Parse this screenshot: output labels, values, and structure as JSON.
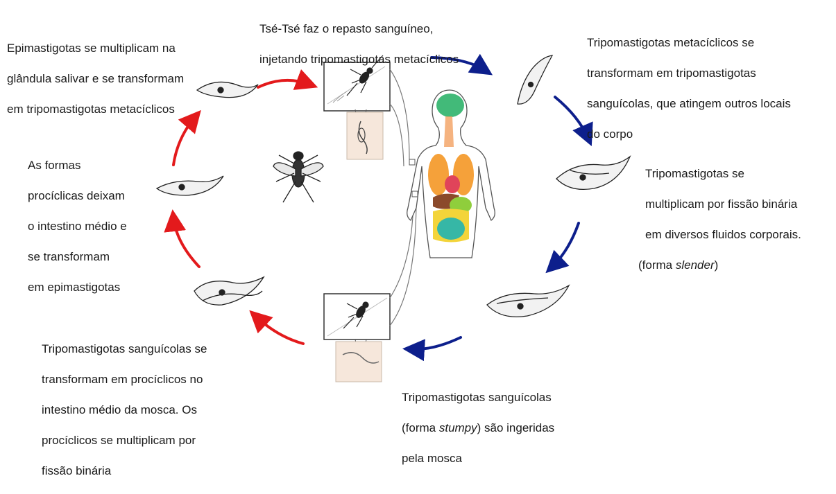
{
  "steps": {
    "feeding": [
      "Tsé-Tsé faz o repasto sanguíneo,",
      "injetando tripomastigotas metacíclicos"
    ],
    "metacyclic_transform": [
      "Tripomastigotas metacíclicos se",
      "transformam em tripomastigotas",
      "sanguícolas, que atingem outros locais",
      "do corpo"
    ],
    "slender": {
      "lines": [
        "Tripomastigotas se",
        "multiplicam por fissão binária",
        "em diversos fluidos corporais."
      ],
      "form_prefix": "(forma ",
      "form_name": "slender",
      "form_suffix": ")"
    },
    "stumpy": {
      "line1_prefix": "Tripomastigotas sanguícolas",
      "line2_prefix": "(forma ",
      "form_name": "stumpy",
      "line2_suffix": ") são ingeridas",
      "line3": "pela mosca"
    },
    "procyclic": [
      "Tripomastigotas sanguícolas se",
      "transformam em procíclicos no",
      "intestino médio da mosca. Os",
      "procíclicos se multiplicam por",
      "fissão binária"
    ],
    "epimastigote_form": [
      "As formas",
      "procíclicas deixam",
      "o intestino médio e",
      "se transformam",
      "em epimastigotas"
    ],
    "salivary": [
      "Epimastigotas se multiplicam na",
      "glândula salivar e se transformam",
      "em tripomastigotas metacíclicos"
    ]
  },
  "colors": {
    "fly_stage_arrow": "#e31a1c",
    "host_stage_arrow": "#0d1f8c",
    "brain": "#2db36a",
    "lungs": "#f5a13a",
    "heart": "#e0445a",
    "liver": "#8b4a2b",
    "stomach": "#8fce3c",
    "intestine": "#f3d43a",
    "colon": "#36b7a6",
    "body_outline": "#555555"
  }
}
